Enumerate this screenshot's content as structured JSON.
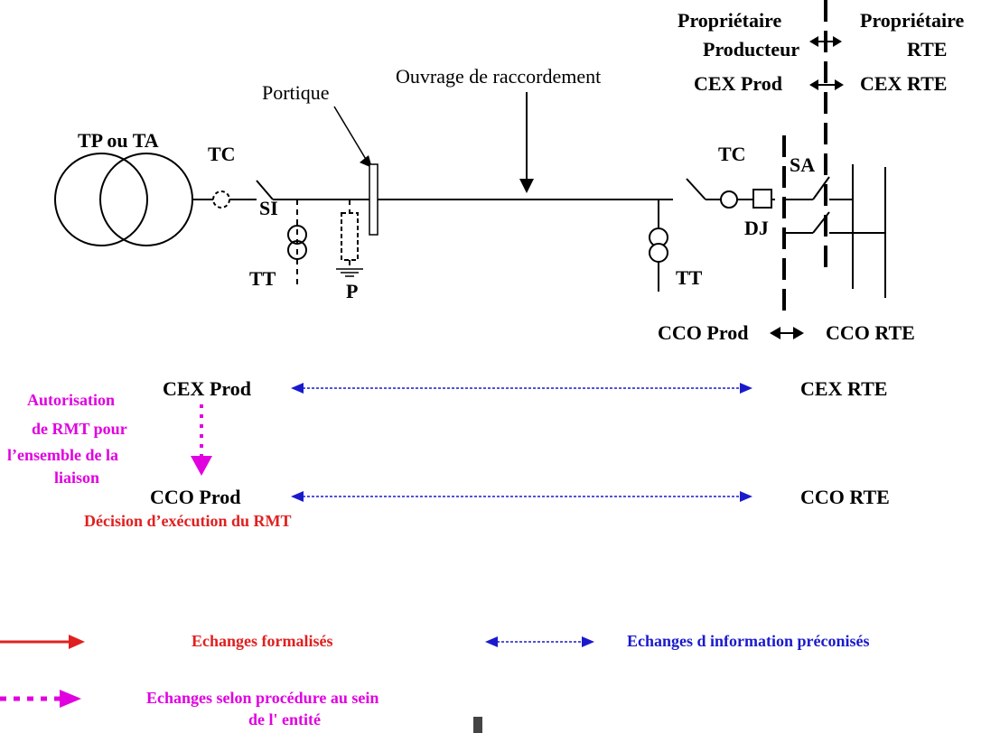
{
  "header": {
    "owner_left_line1": "Propriétaire",
    "owner_left_line2": "Producteur",
    "owner_left_line3": "CEX Prod",
    "owner_right_line1": "Propriétaire",
    "owner_right_line2": "RTE",
    "owner_right_line3": "CEX RTE"
  },
  "schematic": {
    "portique": "Portique",
    "ouvrage": "Ouvrage de raccordement",
    "tp_ou_ta": "TP ou TA",
    "tc_left": "TC",
    "si": "SI",
    "tt_left": "TT",
    "p": "P",
    "tc_right": "TC",
    "sa": "SA",
    "dj": "DJ",
    "tt_right": "TT"
  },
  "control": {
    "cco_prod_top": "CCO Prod",
    "cco_rte_top": "CCO RTE",
    "cex_prod": "CEX Prod",
    "cex_rte": "CEX RTE",
    "cco_prod": "CCO Prod",
    "cco_rte": "CCO RTE",
    "autorisation_line1": "Autorisation",
    "autorisation_line2": "de RMT pour",
    "autorisation_line3": "l’ensemble de la",
    "autorisation_line4": "liaison",
    "decision": "Décision  d’exécution du RMT"
  },
  "legend": {
    "formalises": "Echanges formalisés",
    "preconises": "Echanges d  information préconisés",
    "procedure_line1": "Echanges selon procédure au sein",
    "procedure_line2": "de l' entité"
  },
  "colors": {
    "red": "#e02020",
    "magenta": "#e000e0",
    "blue": "#1a1acc"
  }
}
